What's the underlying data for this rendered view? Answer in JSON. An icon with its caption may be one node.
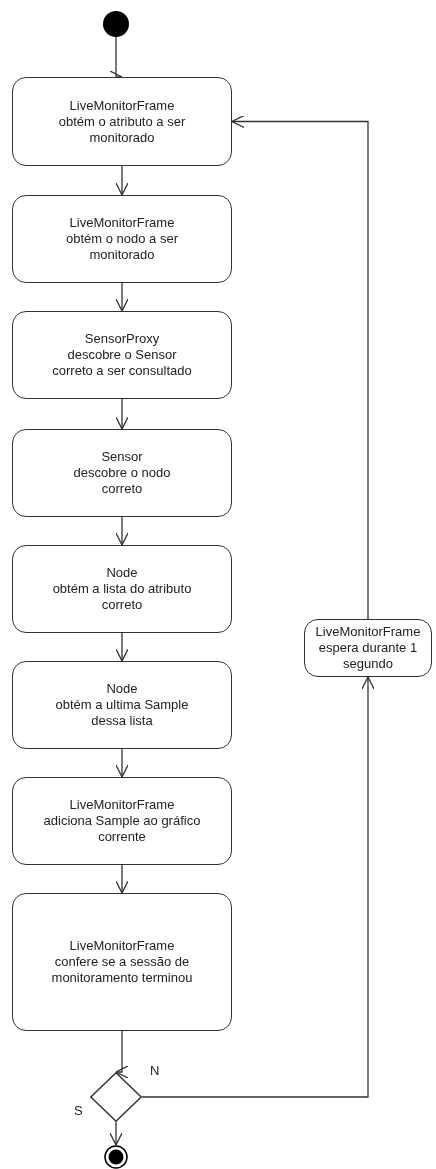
{
  "diagram": {
    "nodes": [
      {
        "text": [],
        "shape": "circle"
      },
      {
        "text": [
          "LiveMonitorFrame",
          "obtém o atributo a ser monitorado"
        ]
      },
      {
        "text": [
          "LiveMonitorFrame",
          "obtém o nodo a ser monitorado"
        ]
      },
      {
        "text": [
          "SensorProxy",
          "descobre o Sensor correto a ser consultado"
        ]
      },
      {
        "text": [
          "Sensor",
          "descobre o nodo correto"
        ]
      },
      {
        "text": [
          "Node",
          "obtém a lista do atributo correto"
        ]
      },
      {
        "text": [
          "Node",
          "obtém a ultima Sample dessa lista"
        ]
      },
      {
        "text": [
          "LiveMonitorFrame",
          "adiciona Sample ao gráfico corrente"
        ]
      },
      {
        "text": [
          "LiveMonitorFrame",
          "confere se a sessão de monitoramento terminou"
        ]
      },
      {
        "text": [],
        "shape": "diamond"
      },
      {
        "text": [],
        "shape": "bullseye"
      },
      {
        "text": [
          "LiveMonitorFrame",
          "espera durante 1 segundo"
        ]
      }
    ],
    "edges": [
      {
        "from": 0,
        "to": 1,
        "arrow": "to"
      },
      {
        "from": 1,
        "to": 2,
        "arrow": "to"
      },
      {
        "from": 2,
        "to": 3,
        "arrow": "to"
      },
      {
        "from": 3,
        "to": 4,
        "arrow": "to"
      },
      {
        "from": 4,
        "to": 5,
        "arrow": "to"
      },
      {
        "from": 5,
        "to": 6,
        "arrow": "to"
      },
      {
        "from": 6,
        "to": 7,
        "arrow": "to"
      },
      {
        "from": 7,
        "to": 8,
        "arrow": "to"
      },
      {
        "from": 8,
        "to": 9,
        "arrow": "to"
      },
      {
        "from": 9,
        "to": 10,
        "arrow": "to",
        "label": "S"
      },
      {
        "from": 9,
        "to": 11,
        "arrow": "to",
        "label": "N"
      },
      {
        "from": 11,
        "to": 1,
        "arrow": "to"
      }
    ]
  }
}
